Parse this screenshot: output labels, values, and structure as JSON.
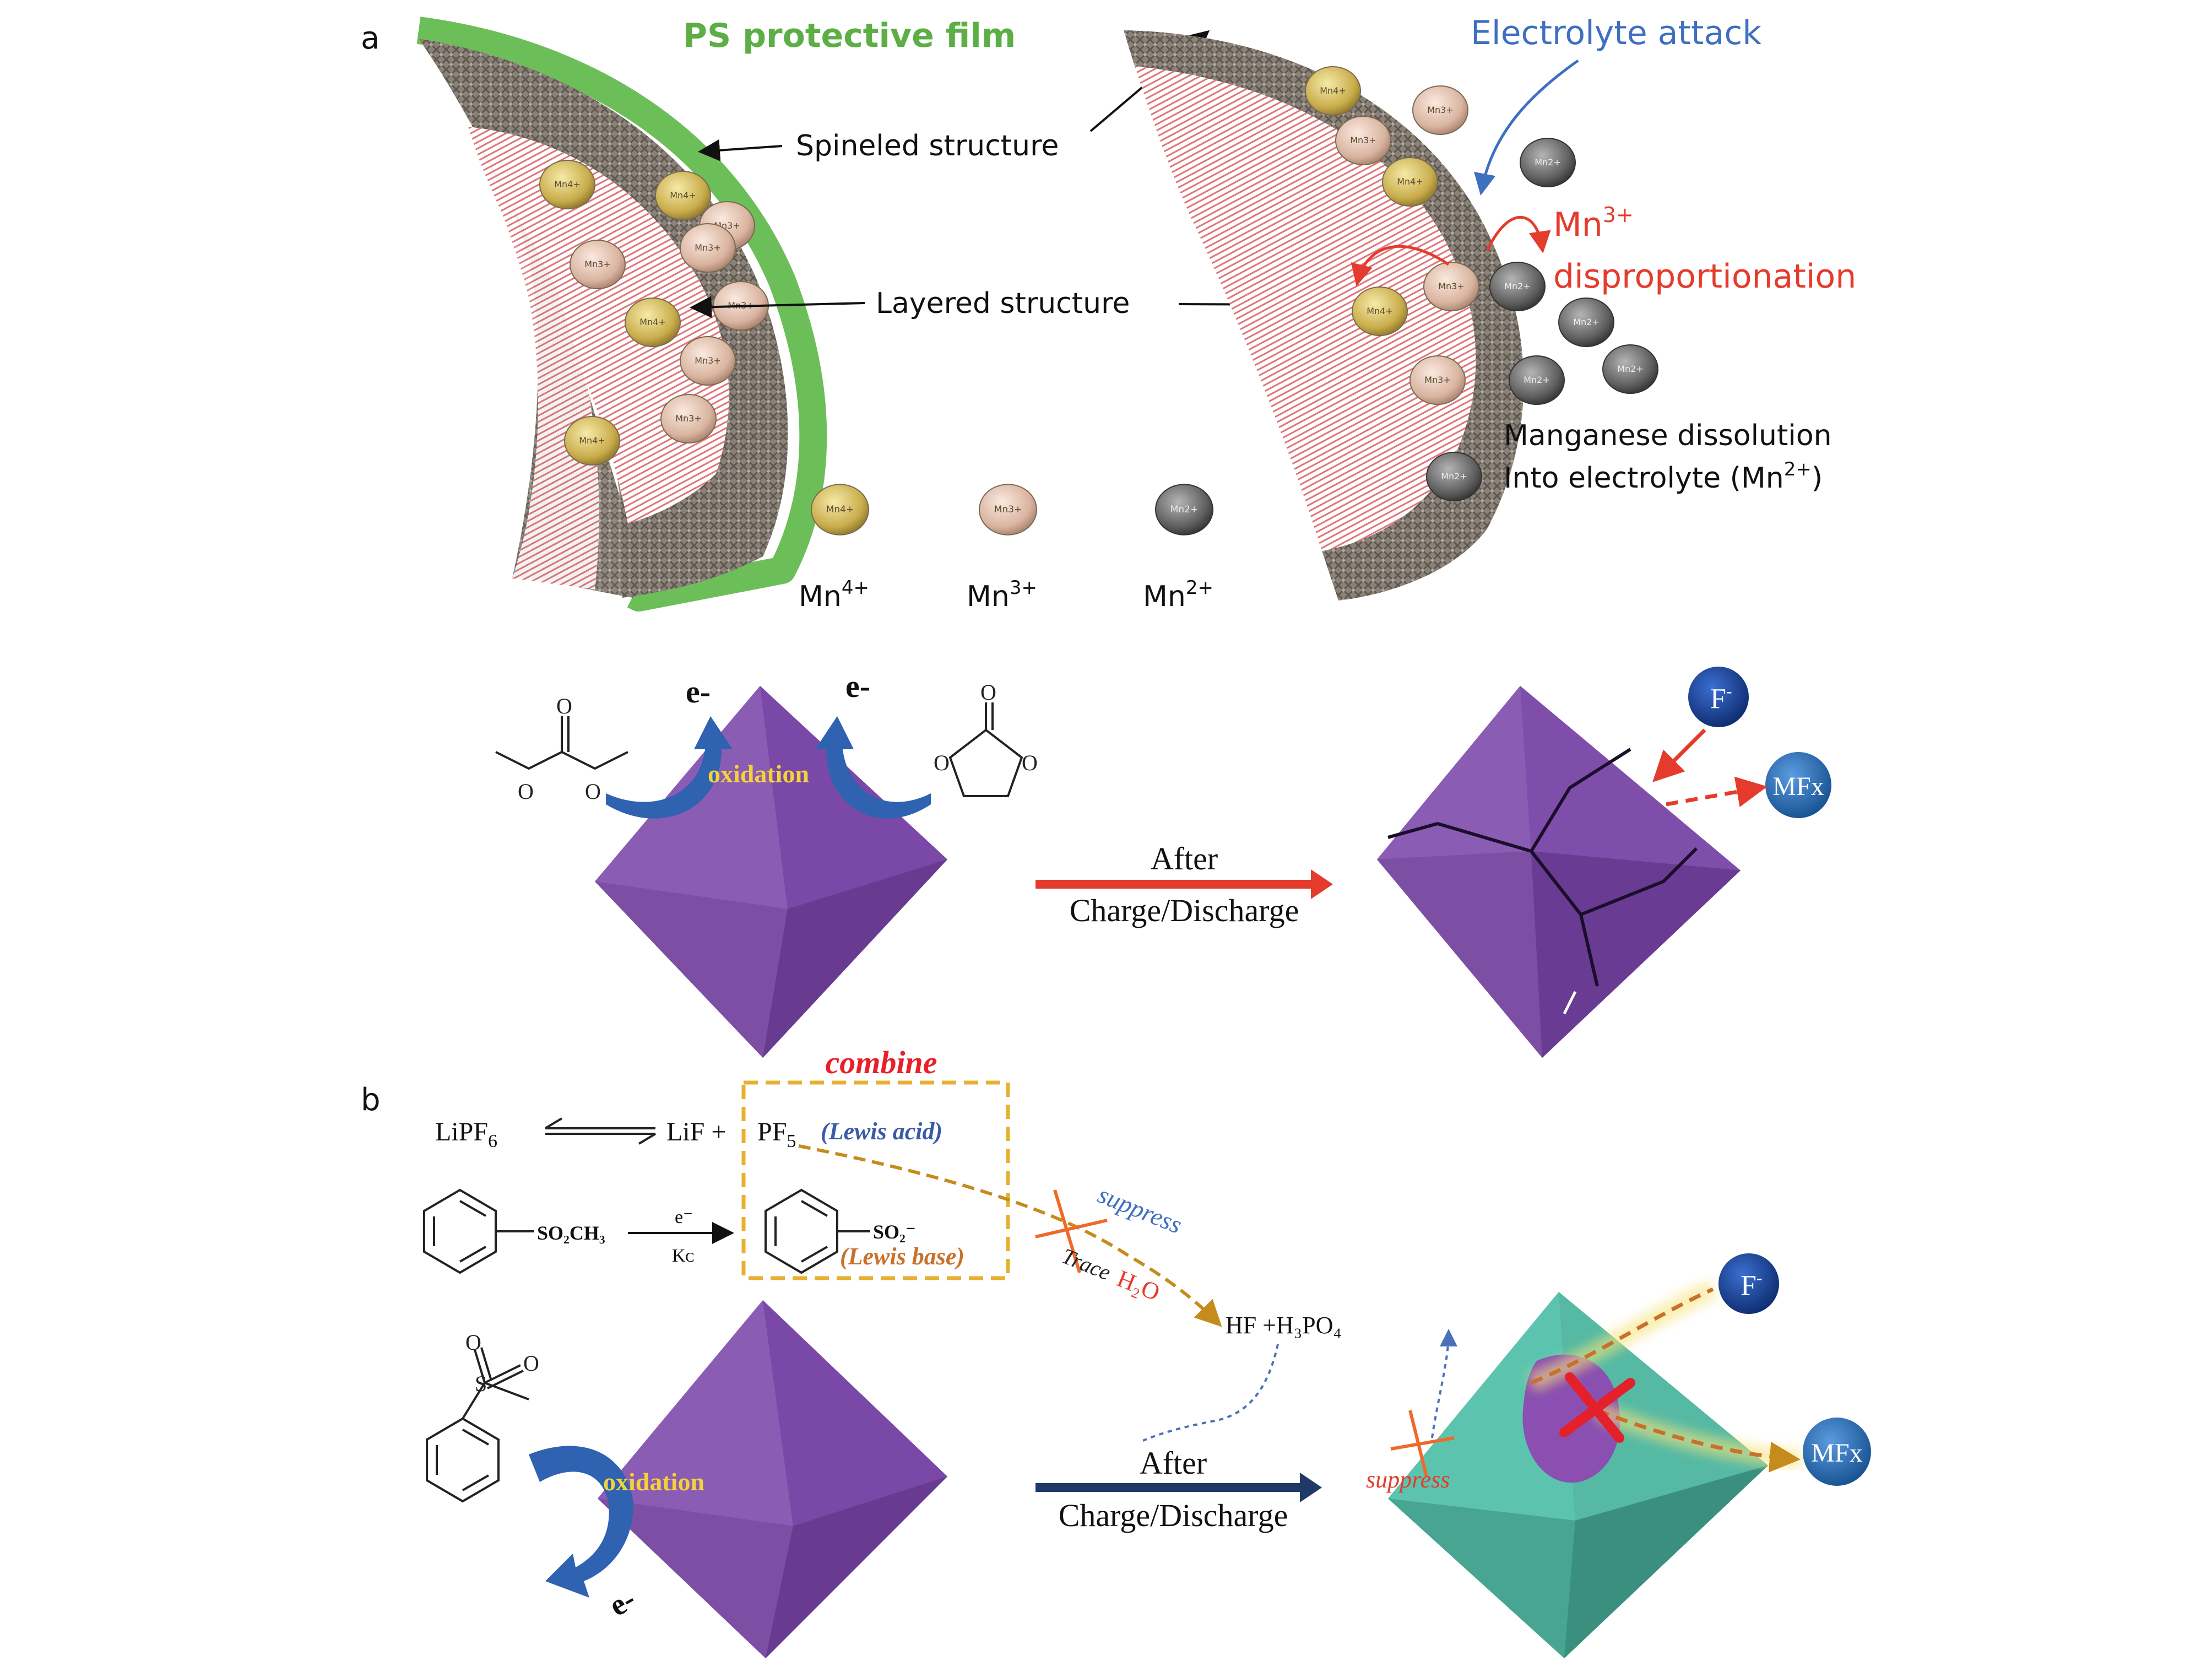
{
  "panel_a": {
    "label": "a",
    "ps_film": "PS protective film",
    "electrolyte_attack": "Electrolyte attack",
    "spineled_structure": "Spineled  structure",
    "layered_structure": "Layered structure",
    "mn3_disp_line1": "Mn",
    "mn3_disp_sup": "3+",
    "mn3_disp_line2": "disproportionation",
    "dissolution_line1": "Manganese dissolution",
    "dissolution_line2_pre": "Into electrolyte (Mn",
    "dissolution_line2_sup": "2+",
    "dissolution_line2_post": ")",
    "legend": [
      {
        "base": "Mn",
        "sup": "4+",
        "color": "#d9c56a"
      },
      {
        "base": "Mn",
        "sup": "3+",
        "color": "#e8c9b8"
      },
      {
        "base": "Mn",
        "sup": "2+",
        "color": "#707070"
      }
    ],
    "ball_mini": {
      "mn4": "Mn4+",
      "mn3": "Mn3+",
      "mn2": "Mn2+"
    },
    "electron_left": "e-",
    "electron_right": "e-",
    "oxidation": "oxidation",
    "arrow_line1": "After",
    "arrow_line2": "Charge/Discharge",
    "f_ion": "F",
    "f_sup": "-",
    "mfx": "MFx"
  },
  "panel_b": {
    "label": "b",
    "combine": "combine",
    "lipf6_pre": "LiPF",
    "lipf6_sub": "6",
    "lif_plus": "LiF +",
    "pf5_pre": "PF",
    "pf5_sub": "5",
    "lewis_acid": "(Lewis acid)",
    "so2ch3": "SO₂CH₃",
    "e_label": "e⁻",
    "kc_label": "Kᴄ",
    "so2_minus": "SO₂⁻",
    "lewis_base": "(Lewis base)",
    "suppress_top": "suppress",
    "trace": "Trace",
    "h2o": "H₂O",
    "hf_h3po4": "HF +H₃PO₄",
    "oxidation": "oxidation",
    "electron": "e-",
    "arrow_line1": "After",
    "arrow_line2": "Charge/Discharge",
    "suppress_bottom": "suppress",
    "f_ion": "F",
    "f_sup": "-",
    "mfx": "MFx"
  },
  "colors": {
    "green": "#5cae45",
    "blue": "#3f6fbf",
    "red": "#e43b2c",
    "purple": "#7b4aa0",
    "teal": "#4fb3a0",
    "ion_blue": "#123e8e",
    "orange_dash": "#e8b030",
    "yellow_text": "#f3d23b",
    "navy": "#1f3a68"
  }
}
